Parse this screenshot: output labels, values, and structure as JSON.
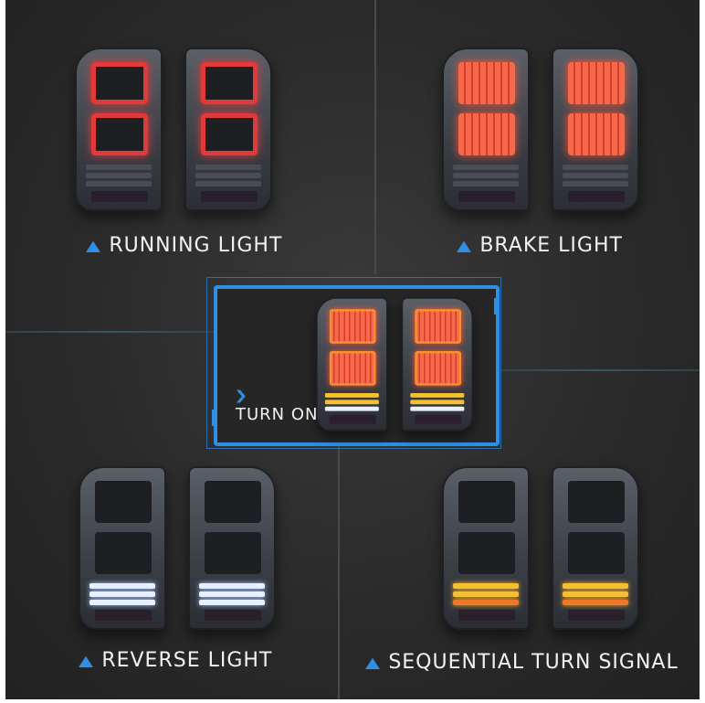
{
  "panels": {
    "top_left": {
      "label": "RUNNING LIGHT",
      "icon": "chevron-up-icon"
    },
    "top_right": {
      "label": "BRAKE LIGHT",
      "icon": "chevron-up-icon"
    },
    "center": {
      "label": "TURN ON",
      "icon": "chevron-right-icon"
    },
    "bottom_left": {
      "label": "REVERSE LIGHT",
      "icon": "chevron-up-icon"
    },
    "bottom_right": {
      "label": "SEQUENTIAL TURN SIGNAL",
      "icon": "chevron-up-icon"
    }
  },
  "glyphs": {
    "up": "▲",
    "right": "❯"
  },
  "colors": {
    "accent": "#2f8fe6",
    "background": "#2a2a2a",
    "text": "#f2f2f2"
  }
}
